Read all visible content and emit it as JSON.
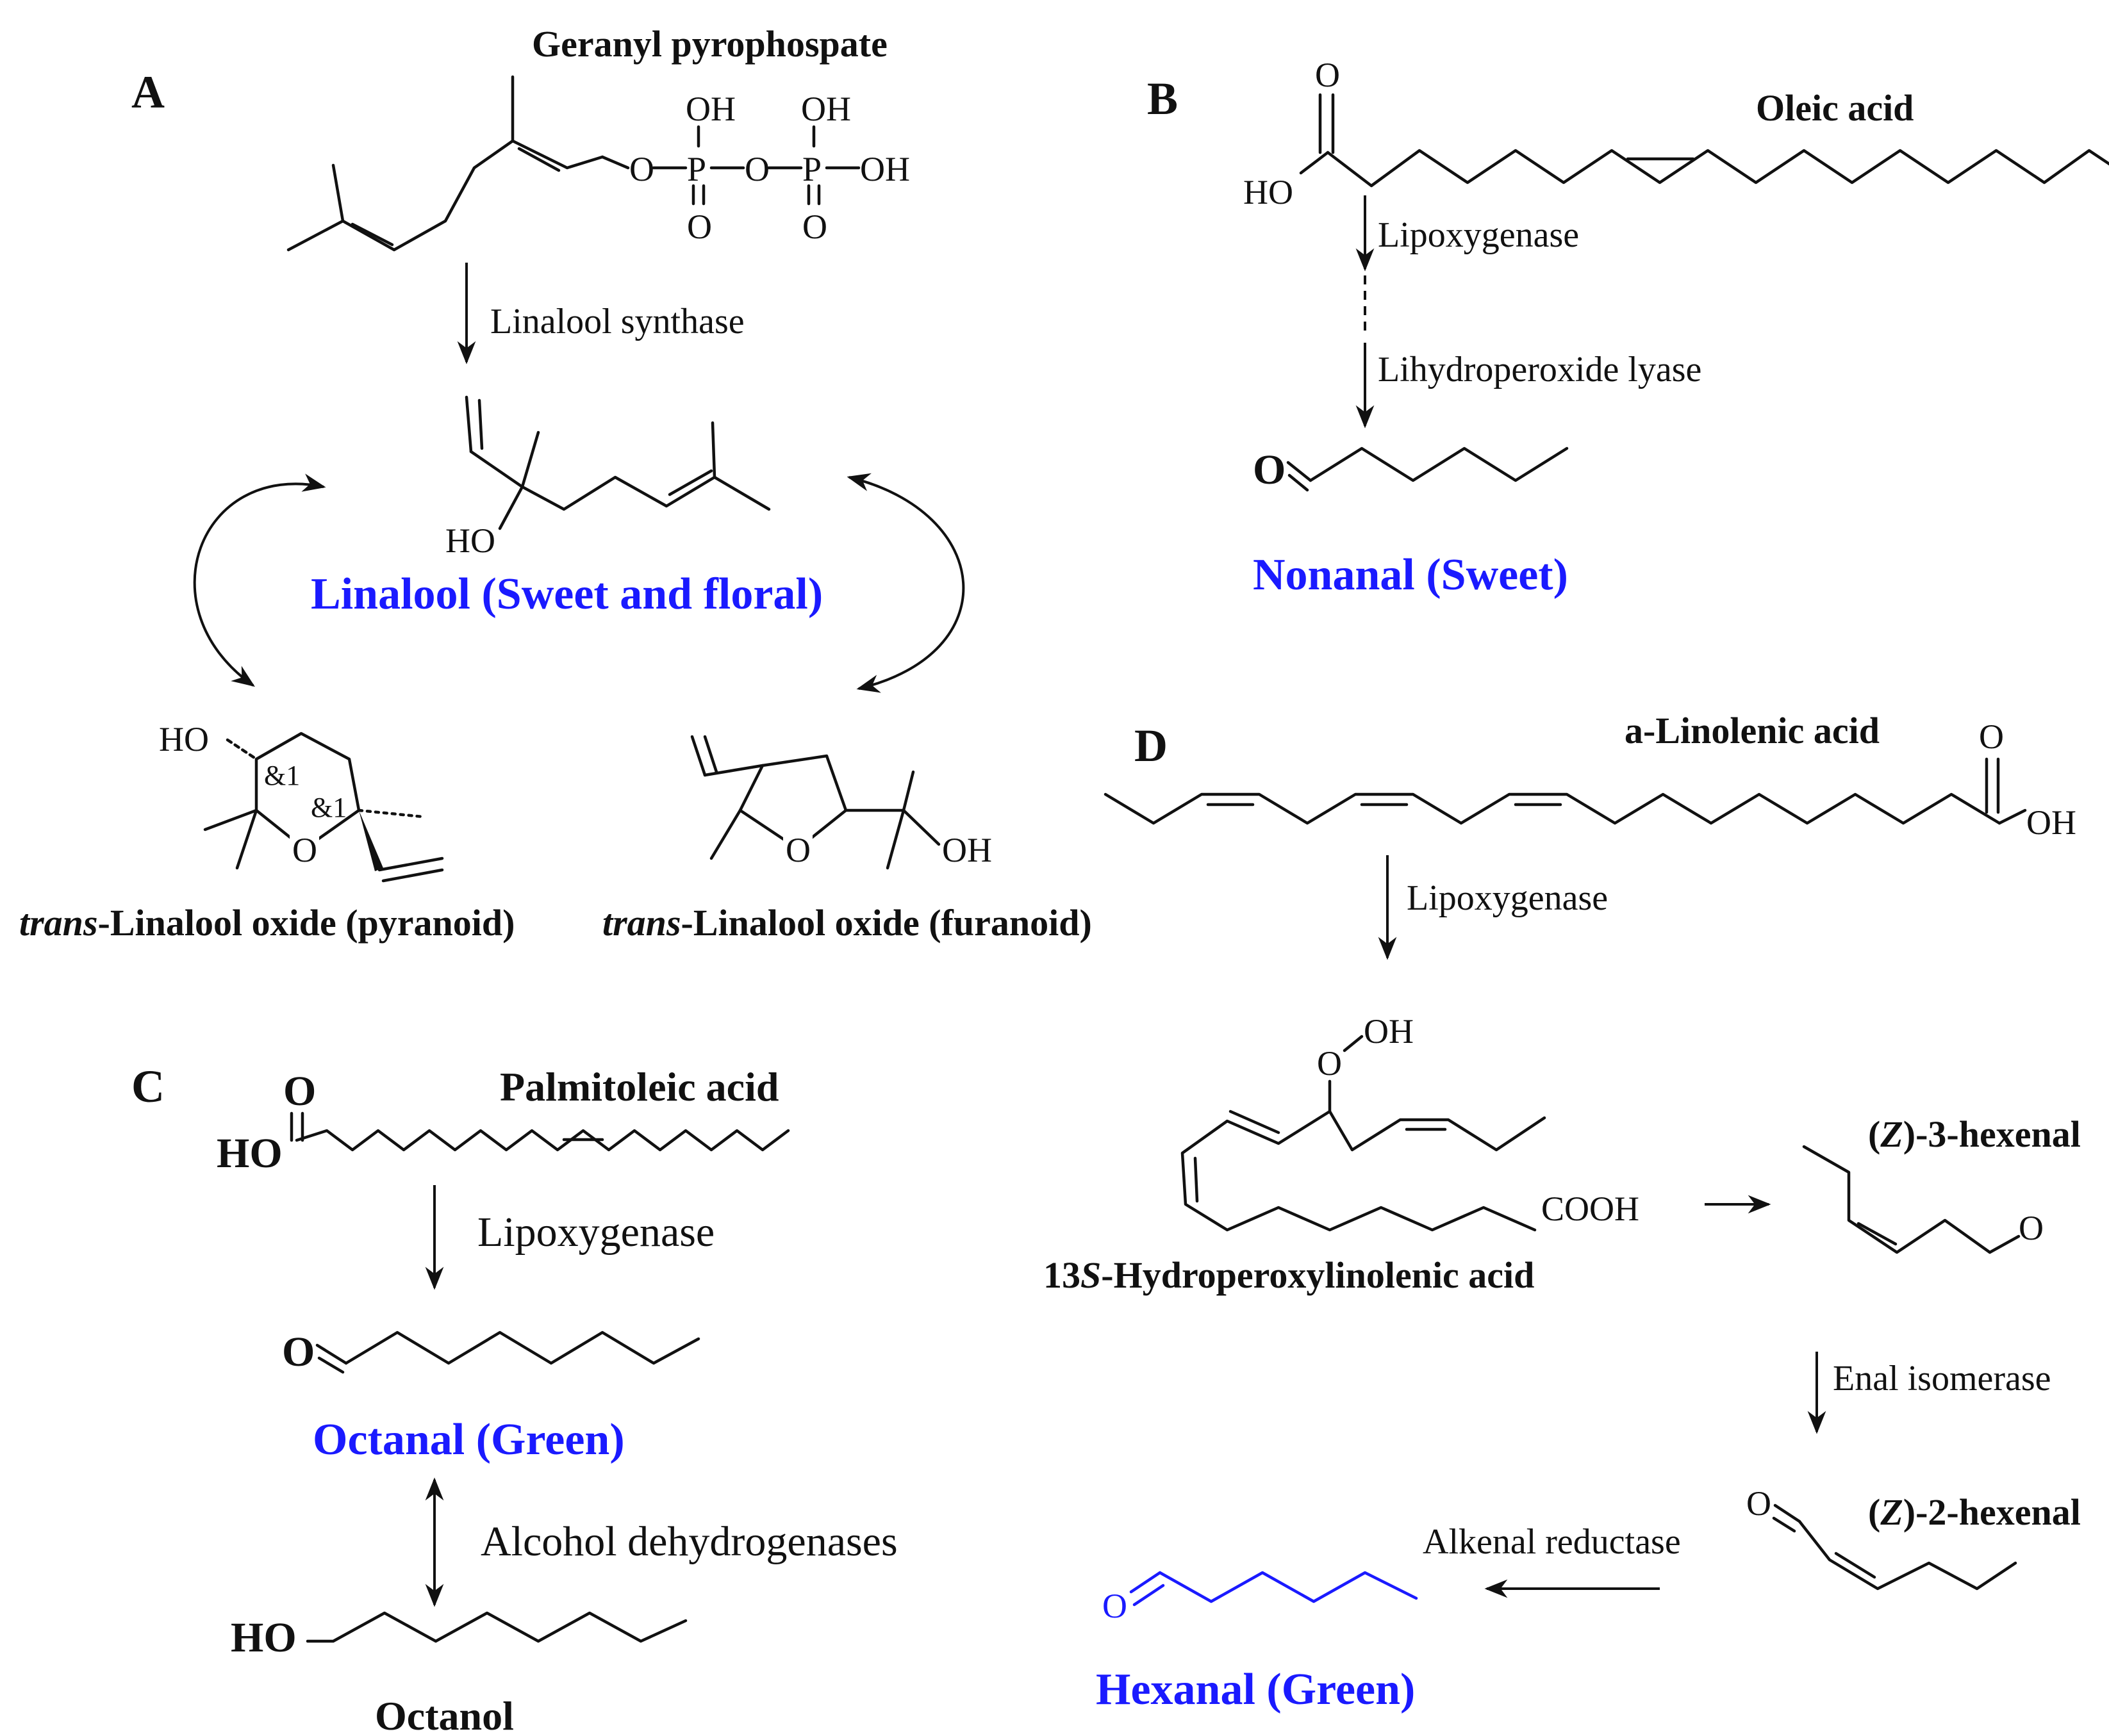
{
  "panels": {
    "A": "A",
    "B": "B",
    "C": "C",
    "D": "D"
  },
  "panelA": {
    "substrate": "Geranyl pyrophospate",
    "enzyme": "Linalool  synthase",
    "product": "Linalool (Sweet and floral)",
    "oxide_pyranoid_italic": "trans",
    "oxide_pyranoid_rest": "-Linalool oxide (pyranoid)",
    "oxide_furanoid_italic": "trans",
    "oxide_furanoid_rest": "-Linalool oxide (furanoid)",
    "stereo_label": "&1"
  },
  "panelB": {
    "substrate": "Oleic acid",
    "enzyme1": "Lipoxygenase",
    "enzyme2": "Lihydroperoxide lyase",
    "product": "Nonanal (Sweet)"
  },
  "panelC": {
    "substrate": "Palmitoleic acid",
    "enzyme1": "Lipoxygenase",
    "product": "Octanal (Green)",
    "enzyme2": "Alcohol dehydrogenases",
    "product2": "Octanol"
  },
  "panelD": {
    "substrate": "a-Linolenic acid",
    "enzyme1": "Lipoxygenase",
    "intermediate_prefix": "13",
    "intermediate_italic": "S",
    "intermediate_rest": "-Hydroperoxylinolenic acid",
    "z3_open": "(",
    "z3_italic": "Z",
    "z3_rest": ")-3-hexenal",
    "enzyme2": "Enal isomerase",
    "z2_open": "(",
    "z2_italic": "Z",
    "z2_rest": ")-2-hexenal",
    "enzyme3": "Alkenal reductase",
    "product": "Hexanal (Green)"
  },
  "atoms": {
    "O": "O",
    "OH": "OH",
    "HO": "HO",
    "P": "P",
    "COOH": "COOH"
  },
  "colors": {
    "product_blue": "#1a1aff",
    "ink": "#111111"
  }
}
